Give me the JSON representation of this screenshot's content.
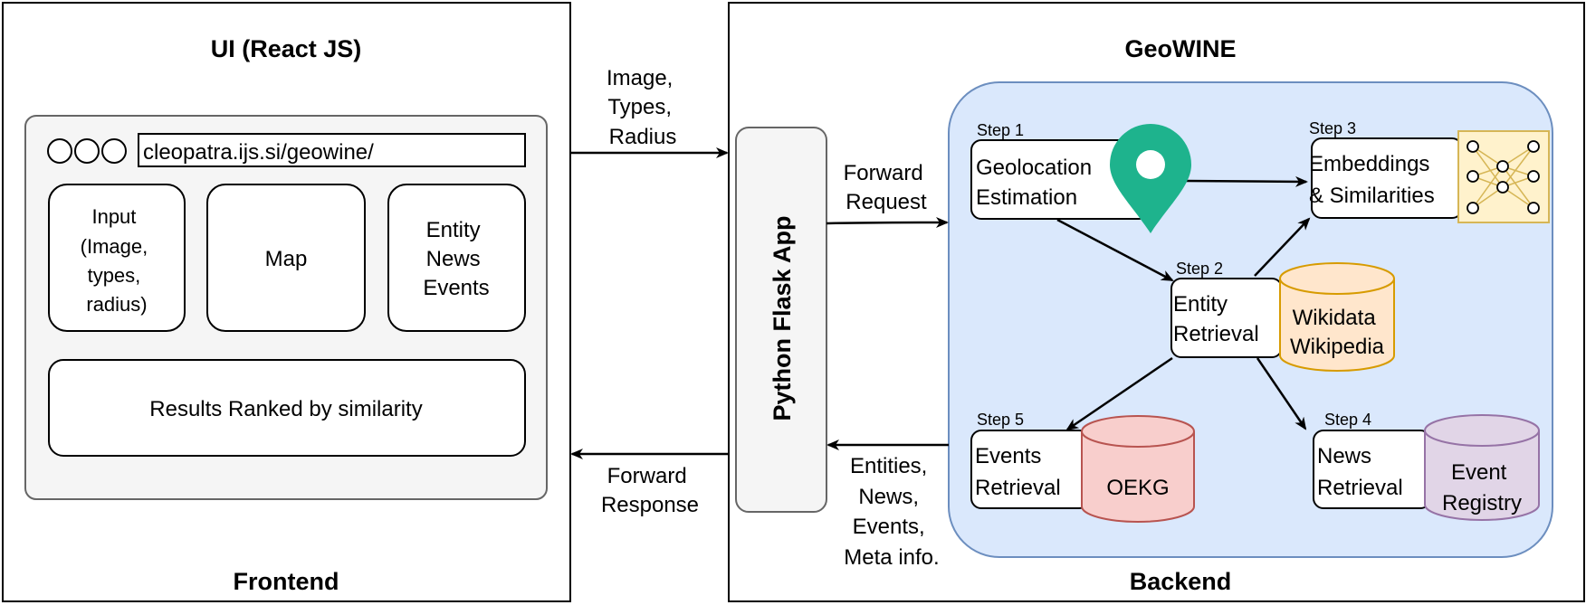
{
  "frontend": {
    "title": "UI (React JS)",
    "footer": "Frontend",
    "url": "cleopatra.ijs.si/geowine/",
    "panels": {
      "input": [
        "Input",
        "(Image,",
        "types,",
        "radius)"
      ],
      "map": "Map",
      "entity": [
        "Entity",
        "News",
        "Events"
      ],
      "results": "Results Ranked by similarity"
    }
  },
  "arrows": {
    "request_to_flask": [
      "Image,",
      "Types,",
      "Radius"
    ],
    "response_from_flask": [
      "Forward",
      "Response"
    ],
    "forward_request": [
      "Forward",
      "Request"
    ],
    "results_to_flask": [
      "Entities,",
      "News,",
      "Events,",
      "Meta info."
    ]
  },
  "flask": {
    "label": "Python Flask App"
  },
  "backend": {
    "title": "GeoWINE",
    "footer": "Backend",
    "steps": {
      "step1": {
        "tag": "Step 1",
        "lines": [
          "Geolocation",
          "Estimation"
        ]
      },
      "step2": {
        "tag": "Step 2",
        "lines": [
          "Entity",
          "Retrieval"
        ],
        "db": [
          "Wikidata",
          "Wikipedia"
        ]
      },
      "step3": {
        "tag": "Step 3",
        "lines": [
          "Embeddings",
          "& Similarities"
        ]
      },
      "step4": {
        "tag": "Step 4",
        "lines": [
          "News",
          "Retrieval"
        ],
        "db": [
          "Event",
          "Registry"
        ]
      },
      "step5": {
        "tag": "Step 5",
        "lines": [
          "Events",
          "Retrieval"
        ],
        "db": [
          "OEKG"
        ]
      }
    }
  },
  "colors": {
    "backend_bg": "#dae8fc",
    "backend_border": "#6c8ebf",
    "browser_bg": "#f5f5f5",
    "flask_bg": "#f5f5f5",
    "pin": "#1eb38d",
    "wikidata_fill": "#ffe6cc",
    "wikidata_stroke": "#d79b00",
    "oekg_fill": "#f8cecc",
    "oekg_stroke": "#b85450",
    "registry_fill": "#e1d5e7",
    "registry_stroke": "#9673a6",
    "nn_fill": "#fff2cc",
    "nn_stroke": "#d6b656"
  },
  "icons": [
    "window-dots-icon",
    "location-pin-icon",
    "neural-network-icon",
    "database-icon"
  ]
}
